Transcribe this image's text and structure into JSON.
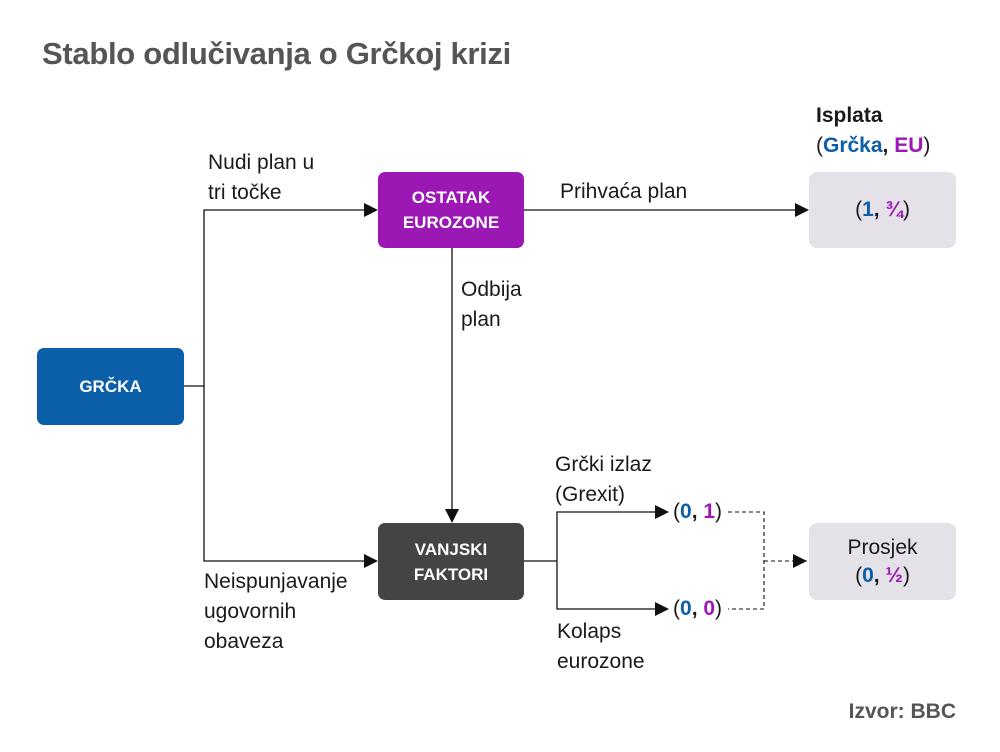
{
  "title": "Stablo odlučivanja o Grčkoj krizi",
  "payoff_header": {
    "title": "Isplata",
    "open_paren": "(",
    "player1": "Grčka",
    "comma": ", ",
    "player2": "EU",
    "close_paren": ")"
  },
  "nodes": {
    "greece": "GRČKA",
    "eurozone": "OSTATAK\nEUROZONE",
    "external": "VANJSKI\nFAKTORI"
  },
  "edges": {
    "offer_plan": "Nudi plan u\ntri točke",
    "accept_plan": "Prihvaća plan",
    "reject_plan": "Odbija\nplan",
    "non_compliance": "Neispunjavanje\nugovornih\nobaveza",
    "grexit": "Grčki izlaz\n(Grexit)",
    "collapse": "Kolaps\neurozone"
  },
  "payoffs": {
    "accept": {
      "greece": "1",
      "eu": "¾"
    },
    "grexit": {
      "greece": "0",
      "eu": "1"
    },
    "collapse": {
      "greece": "0",
      "eu": "0"
    },
    "average": {
      "label": "Prosjek",
      "greece": "0",
      "eu": "½"
    }
  },
  "source": "Izvor: BBC",
  "colors": {
    "greece": "#0b5ea8",
    "eurozone": "#9b18b5",
    "external": "#444444",
    "payoff_box": "#e4e1e8",
    "title": "#555555"
  }
}
